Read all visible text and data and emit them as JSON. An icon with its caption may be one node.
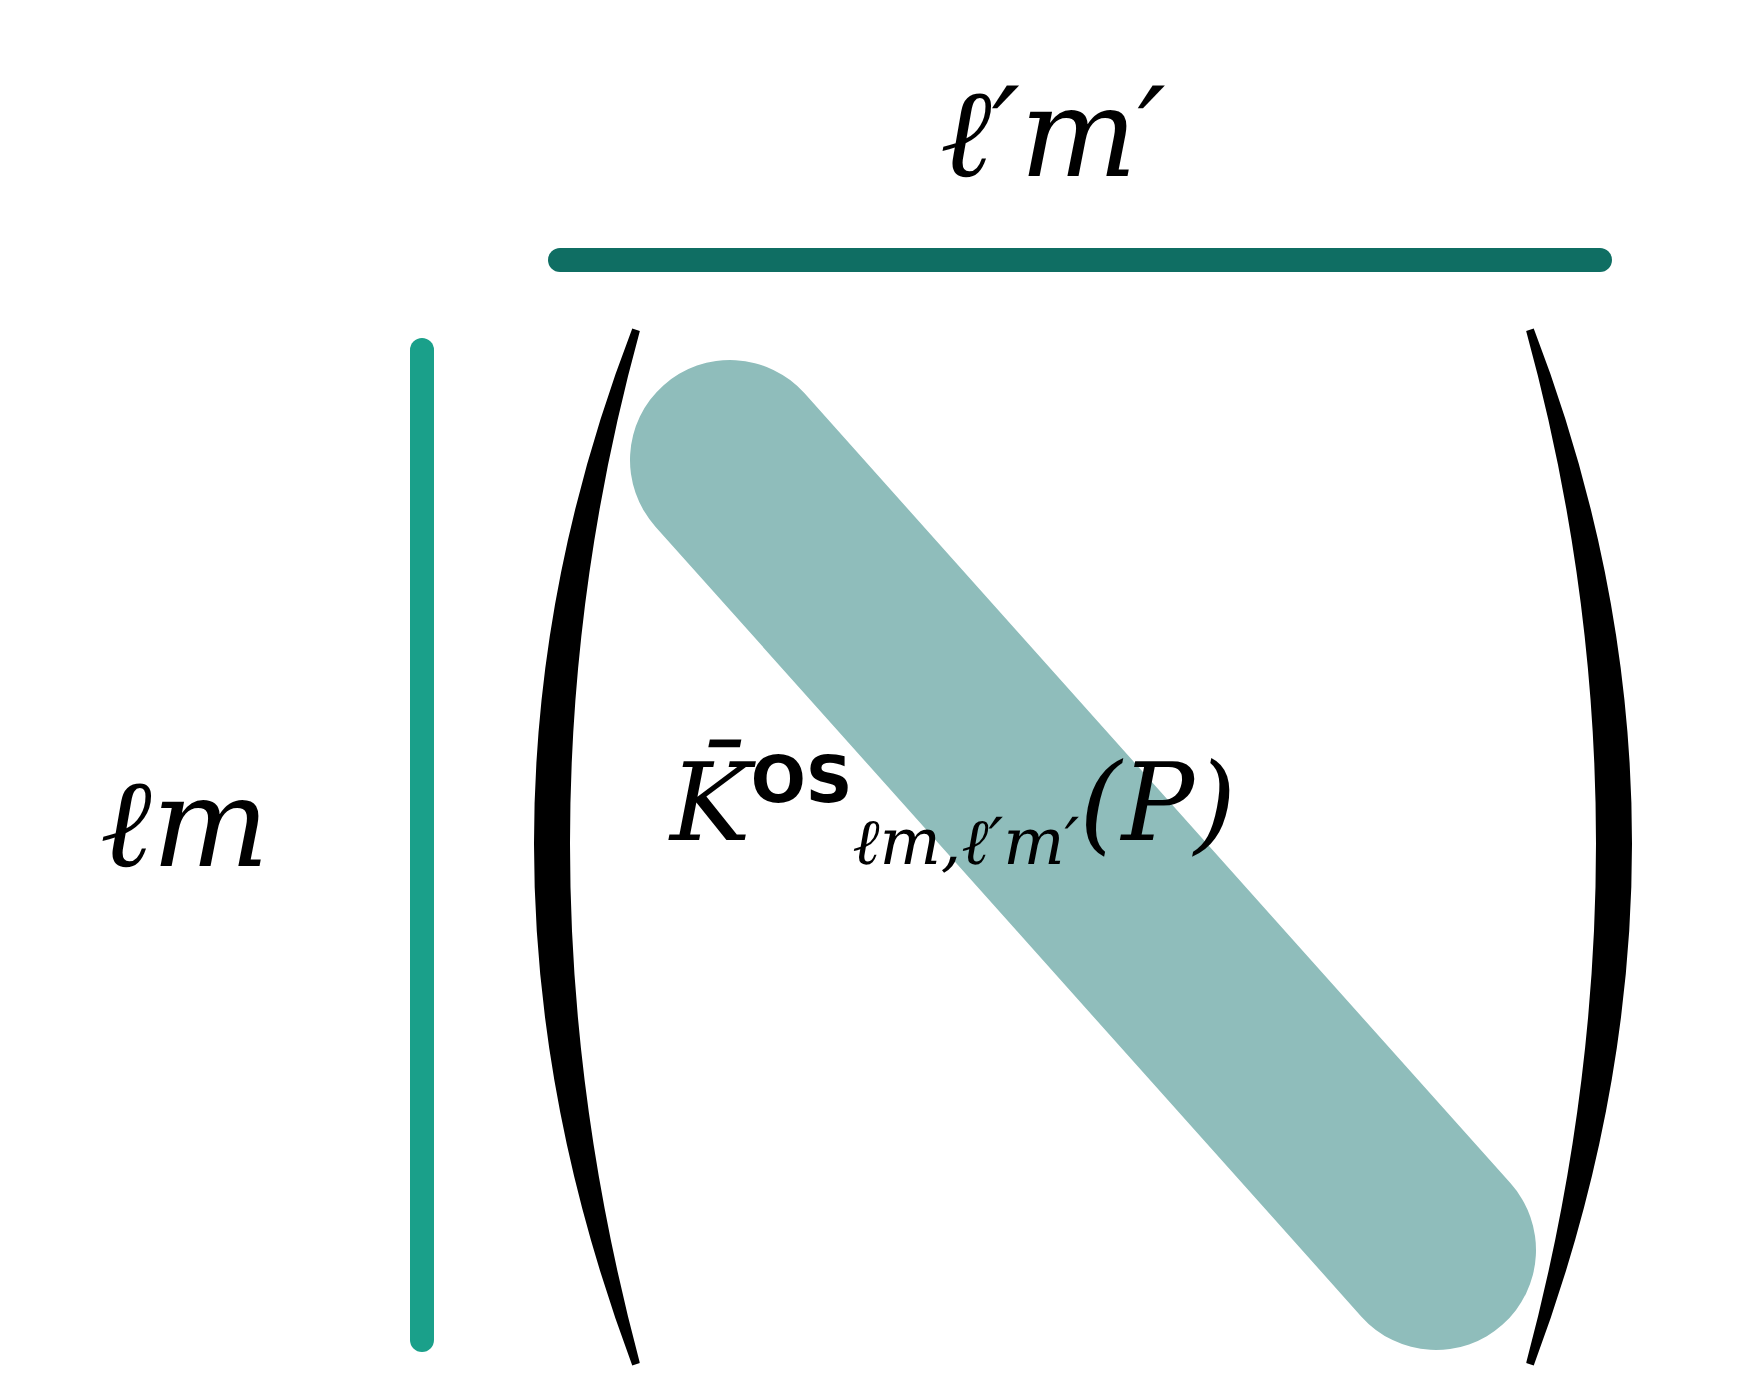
{
  "diagram": {
    "labels": [
      "ℓ′m′",
      "ℓm",
      "K̄$^{OS}$$_{ℓm,ℓ′m′}$(P)"
    ]
  }
}
